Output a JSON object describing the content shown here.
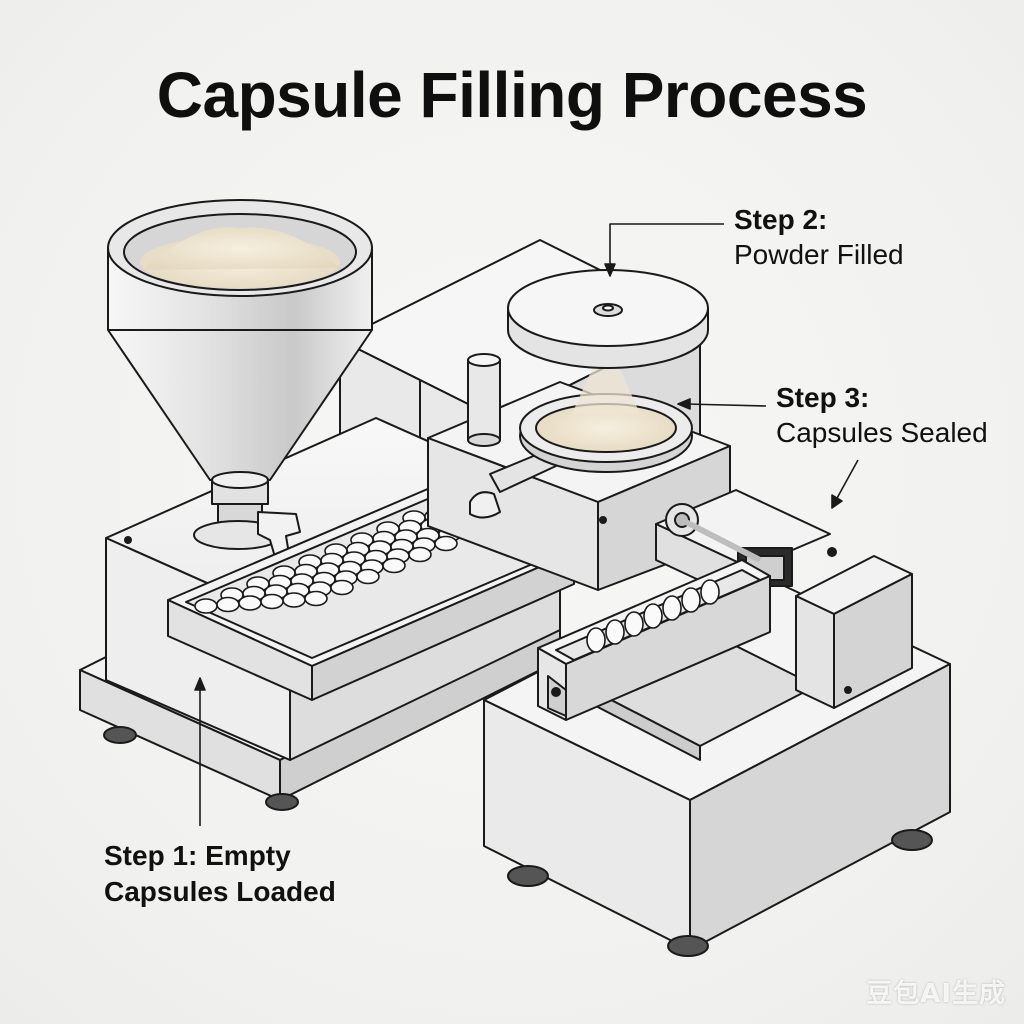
{
  "title": "Capsule Filling Process",
  "steps": {
    "step1": {
      "line1": "Step 1: Empty",
      "line2": "Capsules Loaded"
    },
    "step2": {
      "head": "Step 2:",
      "sub": "Powder Filled"
    },
    "step3": {
      "head": "Step 3:",
      "sub": "Capsules Sealed"
    }
  },
  "watermark": "豆包AI生成",
  "colors": {
    "background": "#f3f3f1",
    "outline": "#1a1a1a",
    "metal_light": "#f4f4f4",
    "metal_mid": "#dcdcdc",
    "metal_dark": "#a9a9a9",
    "powder": "#efe6d3",
    "capsule": "#fafafa"
  }
}
